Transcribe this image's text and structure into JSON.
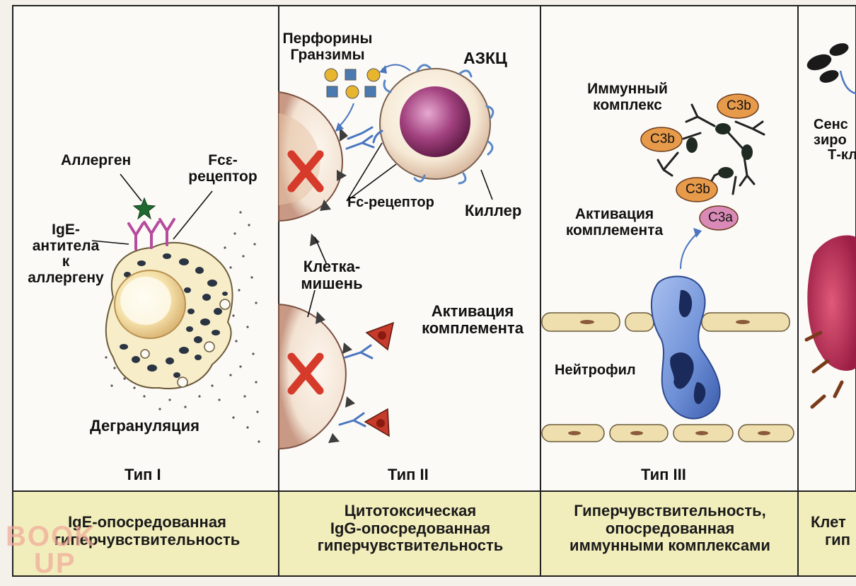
{
  "panels": [
    {
      "type_label": "Тип I",
      "caption": [
        "IgE-опосредованная",
        "гиперчувствительность"
      ],
      "labels": {
        "allergen": "Аллерген",
        "fce_receptor": [
          "Fcε-",
          "рецептор"
        ],
        "ige_antibodies": [
          "IgE-",
          "антитела",
          "к",
          "аллергену"
        ],
        "degranulation": "Дегрануляция"
      }
    },
    {
      "type_label": "Тип II",
      "caption": [
        "Цитотоксическая",
        "IgG-опосредованная",
        "гиперчувствительность"
      ],
      "labels": {
        "perforins": [
          "Перфорины",
          "Гранзимы"
        ],
        "adcc": "АЗКЦ",
        "fc_receptor": "Fc-рецептор",
        "killer": "Киллер",
        "target_cell": [
          "Клетка-",
          "мишень"
        ],
        "complement_activation": [
          "Активация",
          "комплемента"
        ]
      }
    },
    {
      "type_label": "Тип III",
      "caption": [
        "Гиперчувствительность,",
        "опосредованная",
        "иммунными комплексами"
      ],
      "labels": {
        "immune_complex": [
          "Иммунный",
          "комплекс"
        ],
        "c3b": "C3b",
        "c3a": "C3a",
        "complement_activation": [
          "Активация",
          "комплемента"
        ],
        "neutrophil": "Нейтрофил"
      }
    },
    {
      "type_label": "",
      "caption": [
        "Клет",
        "гип"
      ],
      "labels": {
        "sensitized": [
          "Сенс",
          "зиро",
          "Т-кл"
        ]
      }
    }
  ],
  "colors": {
    "caption_band": "#f2eebc",
    "target_mark": "#d63a2a",
    "c3_fill": "#e69a4a",
    "c3a_fill": "#d98ab7",
    "nucleus": "#8a2f66",
    "neutrophil": "#6d8fd6",
    "vessel": "#efdfae",
    "granule": "#2b3442"
  },
  "watermark": [
    "BOOK",
    "UP"
  ]
}
